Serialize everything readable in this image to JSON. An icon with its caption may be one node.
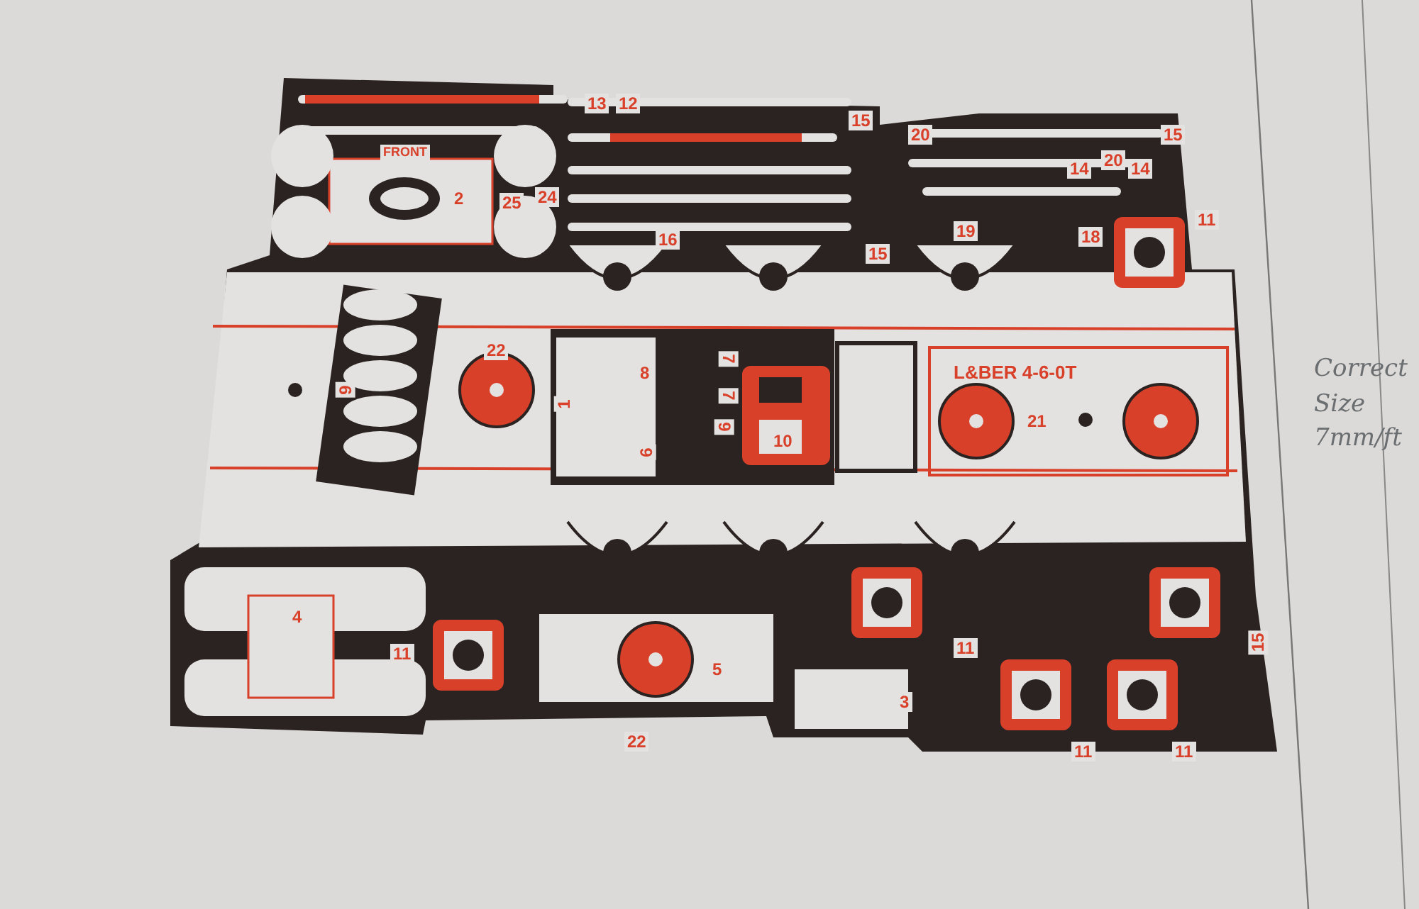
{
  "diagram": {
    "labels": [
      "13",
      "12",
      "15",
      "20",
      "15",
      "FRONT",
      "2",
      "25",
      "24",
      "14",
      "20",
      "14",
      "16",
      "19",
      "15",
      "18",
      "11",
      "9",
      "22",
      "1",
      "8",
      "7",
      "7",
      "9",
      "6",
      "10",
      "L&BER 4-6-0T",
      "21",
      "4",
      "11",
      "5",
      "22",
      "11",
      "3",
      "15",
      "11",
      "11",
      "Correct Size 7mm/ft"
    ]
  }
}
